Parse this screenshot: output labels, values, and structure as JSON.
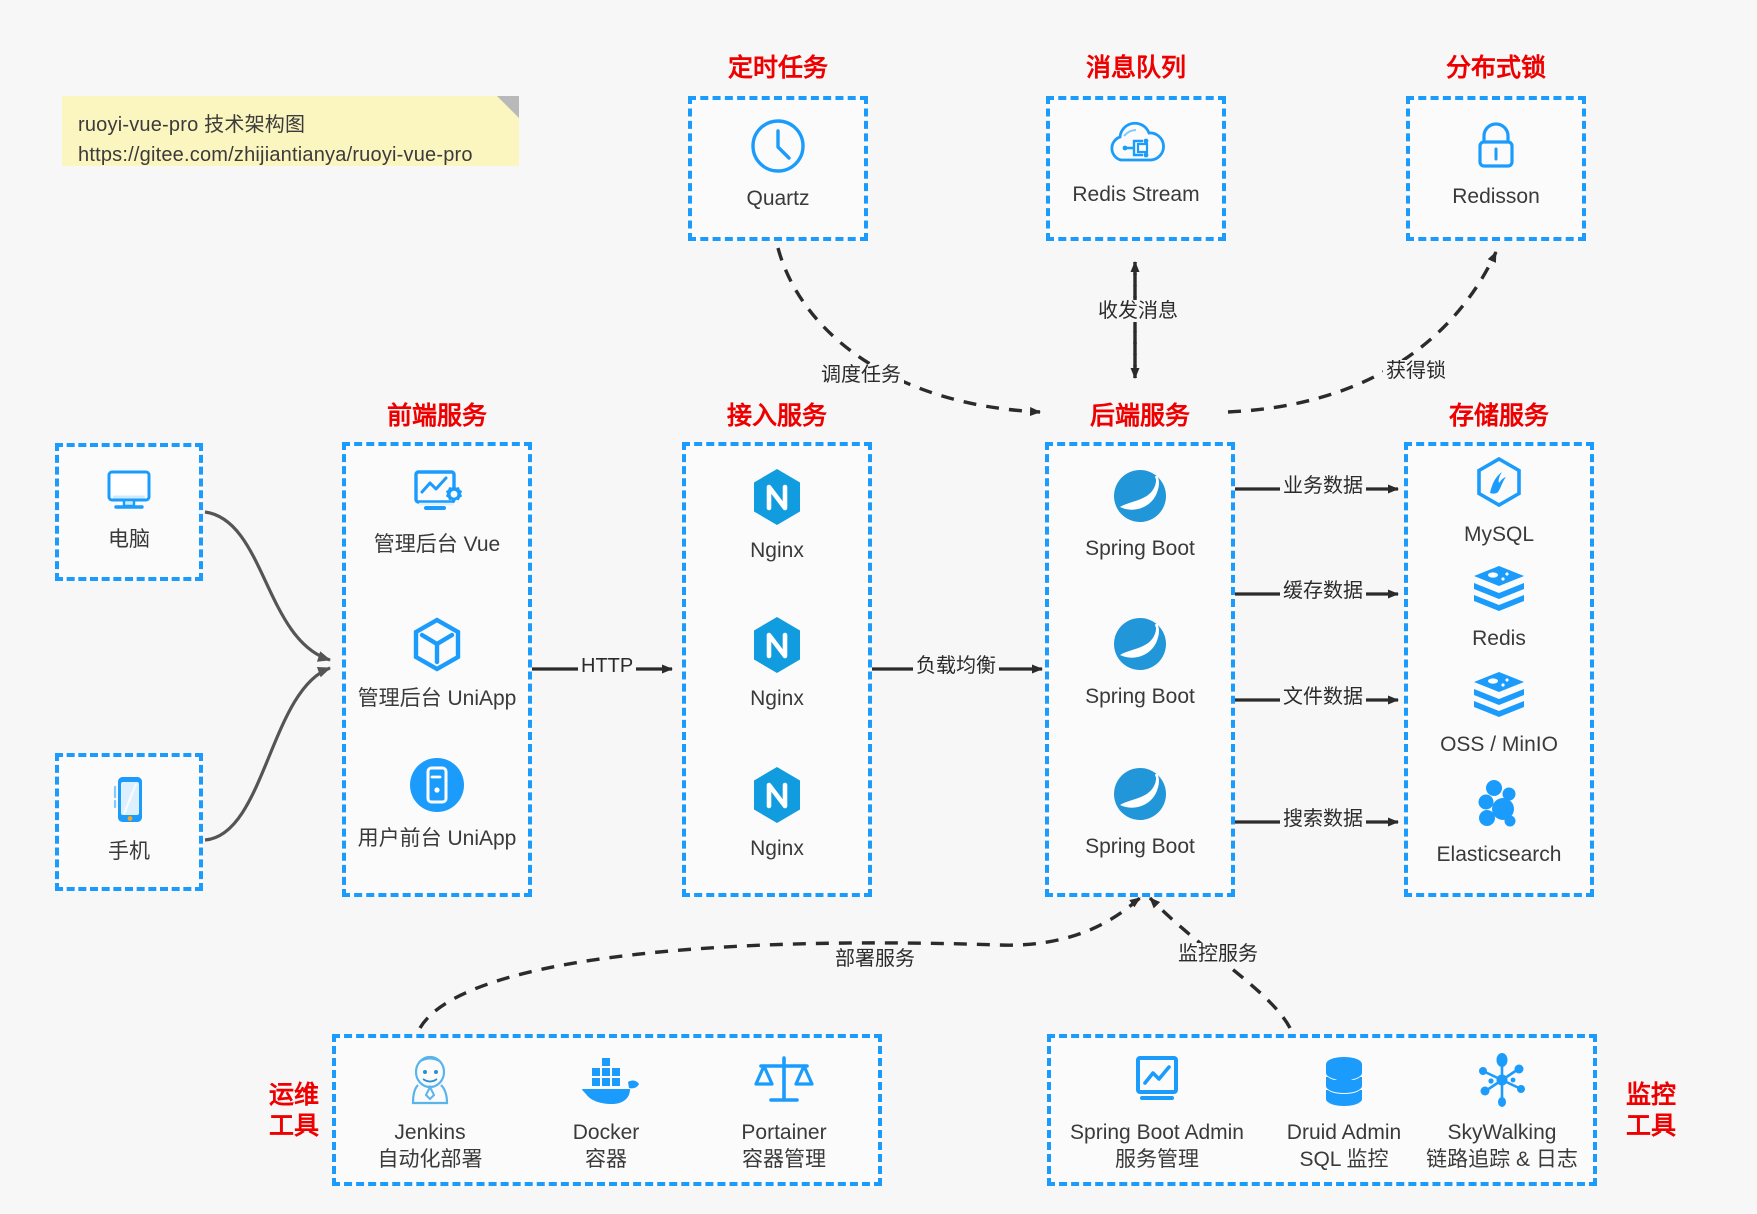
{
  "note": {
    "line1": "ruoyi-vue-pro 技术架构图",
    "line2": "https://gitee.com/zhijiantianya/ruoyi-vue-pro"
  },
  "colors": {
    "accent": "#1b9cfc",
    "group_title": "#ef0000",
    "background": "#f7f7f7",
    "box_fill": "#fbfbfb",
    "note_fill": "#fbf5bf",
    "arrow": "#2b2b2b",
    "client_wire": "#4f4f4f"
  },
  "groups": {
    "scheduler": {
      "title": "定时任务",
      "nodes": [
        {
          "label": "Quartz",
          "icon": "clock-icon"
        }
      ]
    },
    "mq": {
      "title": "消息队列",
      "nodes": [
        {
          "label": "Redis Stream",
          "icon": "cloud-stream-icon"
        }
      ]
    },
    "lock": {
      "title": "分布式锁",
      "nodes": [
        {
          "label": "Redisson",
          "icon": "lock-icon"
        }
      ]
    },
    "clients": {
      "nodes": [
        {
          "label": "电脑",
          "icon": "desktop-icon"
        },
        {
          "label": "手机",
          "icon": "mobile-phone-icon"
        }
      ]
    },
    "frontend": {
      "title": "前端服务",
      "nodes": [
        {
          "label": "管理后台 Vue",
          "icon": "admin-dashboard-icon"
        },
        {
          "label": "管理后台 UniApp",
          "icon": "cube-icon"
        },
        {
          "label": "用户前台 UniApp",
          "icon": "mobile-app-icon"
        }
      ]
    },
    "gateway": {
      "title": "接入服务",
      "nodes": [
        {
          "label": "Nginx",
          "icon": "nginx-icon"
        },
        {
          "label": "Nginx",
          "icon": "nginx-icon"
        },
        {
          "label": "Nginx",
          "icon": "nginx-icon"
        }
      ]
    },
    "backend": {
      "title": "后端服务",
      "nodes": [
        {
          "label": "Spring Boot",
          "icon": "spring-boot-icon"
        },
        {
          "label": "Spring Boot",
          "icon": "spring-boot-icon"
        },
        {
          "label": "Spring Boot",
          "icon": "spring-boot-icon"
        }
      ]
    },
    "storage": {
      "title": "存储服务",
      "nodes": [
        {
          "label": "MySQL",
          "icon": "mysql-icon"
        },
        {
          "label": "Redis",
          "icon": "redis-icon"
        },
        {
          "label": "OSS / MinIO",
          "icon": "oss-minio-icon"
        },
        {
          "label": "Elasticsearch",
          "icon": "elasticsearch-icon"
        }
      ]
    },
    "devops": {
      "title": "运维\n工具",
      "title_l1": "运维",
      "title_l2": "工具",
      "nodes": [
        {
          "label": "Jenkins",
          "sub": "自动化部署",
          "icon": "jenkins-icon"
        },
        {
          "label": "Docker",
          "sub": "容器",
          "icon": "docker-icon"
        },
        {
          "label": "Portainer",
          "sub": "容器管理",
          "icon": "scales-icon"
        }
      ]
    },
    "monitor": {
      "title": "监控\n工具",
      "title_l1": "监控",
      "title_l2": "工具",
      "nodes": [
        {
          "label": "Spring Boot Admin",
          "sub": "服务管理",
          "icon": "monitor-chart-icon"
        },
        {
          "label": "Druid Admin",
          "sub": "SQL 监控",
          "icon": "database-stack-icon"
        },
        {
          "label": "SkyWalking",
          "sub": "链路追踪 & 日志",
          "icon": "skywalking-icon"
        }
      ]
    }
  },
  "edges": [
    {
      "name": "frontend-to-gateway",
      "label": "HTTP"
    },
    {
      "name": "gateway-to-backend",
      "label": "负载均衡"
    },
    {
      "name": "scheduler-to-backend",
      "label": "调度任务"
    },
    {
      "name": "mq-backend",
      "label": "收发消息"
    },
    {
      "name": "backend-to-lock",
      "label": "获得锁"
    },
    {
      "name": "backend-to-mysql",
      "label": "业务数据"
    },
    {
      "name": "backend-to-redis",
      "label": "缓存数据"
    },
    {
      "name": "backend-to-oss",
      "label": "文件数据"
    },
    {
      "name": "backend-to-es",
      "label": "搜索数据"
    },
    {
      "name": "devops-to-backend",
      "label": "部署服务"
    },
    {
      "name": "monitor-to-backend",
      "label": "监控服务"
    }
  ]
}
